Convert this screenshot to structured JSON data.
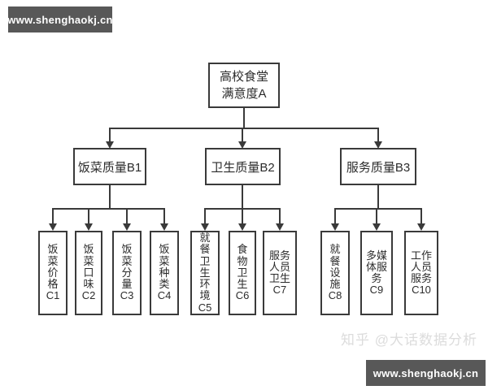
{
  "watermarks": {
    "top_banner": "www.shenghaokj.cn",
    "bottom_banner": "www.shenghaokj.cn",
    "credit": "知乎 @大话数据分析"
  },
  "colors": {
    "background": "#ffffff",
    "banner_bg": "#585858",
    "banner_text": "#ffffff",
    "line": "#3a3a3a",
    "node_border": "#3a3a3a",
    "node_text": "#2b2b2b",
    "credit_text": "#dcdcdc"
  },
  "diagram": {
    "root": {
      "id": "A",
      "label": "高校食堂\n满意度A"
    },
    "level2": [
      {
        "id": "B1",
        "parent": "A",
        "label": "饭菜质量B1"
      },
      {
        "id": "B2",
        "parent": "A",
        "label": "卫生质量B2"
      },
      {
        "id": "B3",
        "parent": "A",
        "label": "服务质量B3"
      }
    ],
    "level3": [
      {
        "id": "C1",
        "parent": "B1",
        "label": "饭\n菜\n价\n格\nC1"
      },
      {
        "id": "C2",
        "parent": "B1",
        "label": "饭\n菜\n口\n味\nC2"
      },
      {
        "id": "C3",
        "parent": "B1",
        "label": "饭\n菜\n分\n量\nC3"
      },
      {
        "id": "C4",
        "parent": "B1",
        "label": "饭\n菜\n种\n类\nC4"
      },
      {
        "id": "C5",
        "parent": "B2",
        "label": "就\n餐\n卫\n生\n环\n境\nC5"
      },
      {
        "id": "C6",
        "parent": "B2",
        "label": "食\n物\n卫\n生\nC6"
      },
      {
        "id": "C7",
        "parent": "B2",
        "label": "服务\n人员\n卫生\nC7"
      },
      {
        "id": "C8",
        "parent": "B3",
        "label": "就\n餐\n设\n施\nC8"
      },
      {
        "id": "C9",
        "parent": "B3",
        "label": "多媒\n体服\n务\nC9"
      },
      {
        "id": "C10",
        "parent": "B3",
        "label": "工作\n人员\n服务\nC10"
      }
    ]
  }
}
